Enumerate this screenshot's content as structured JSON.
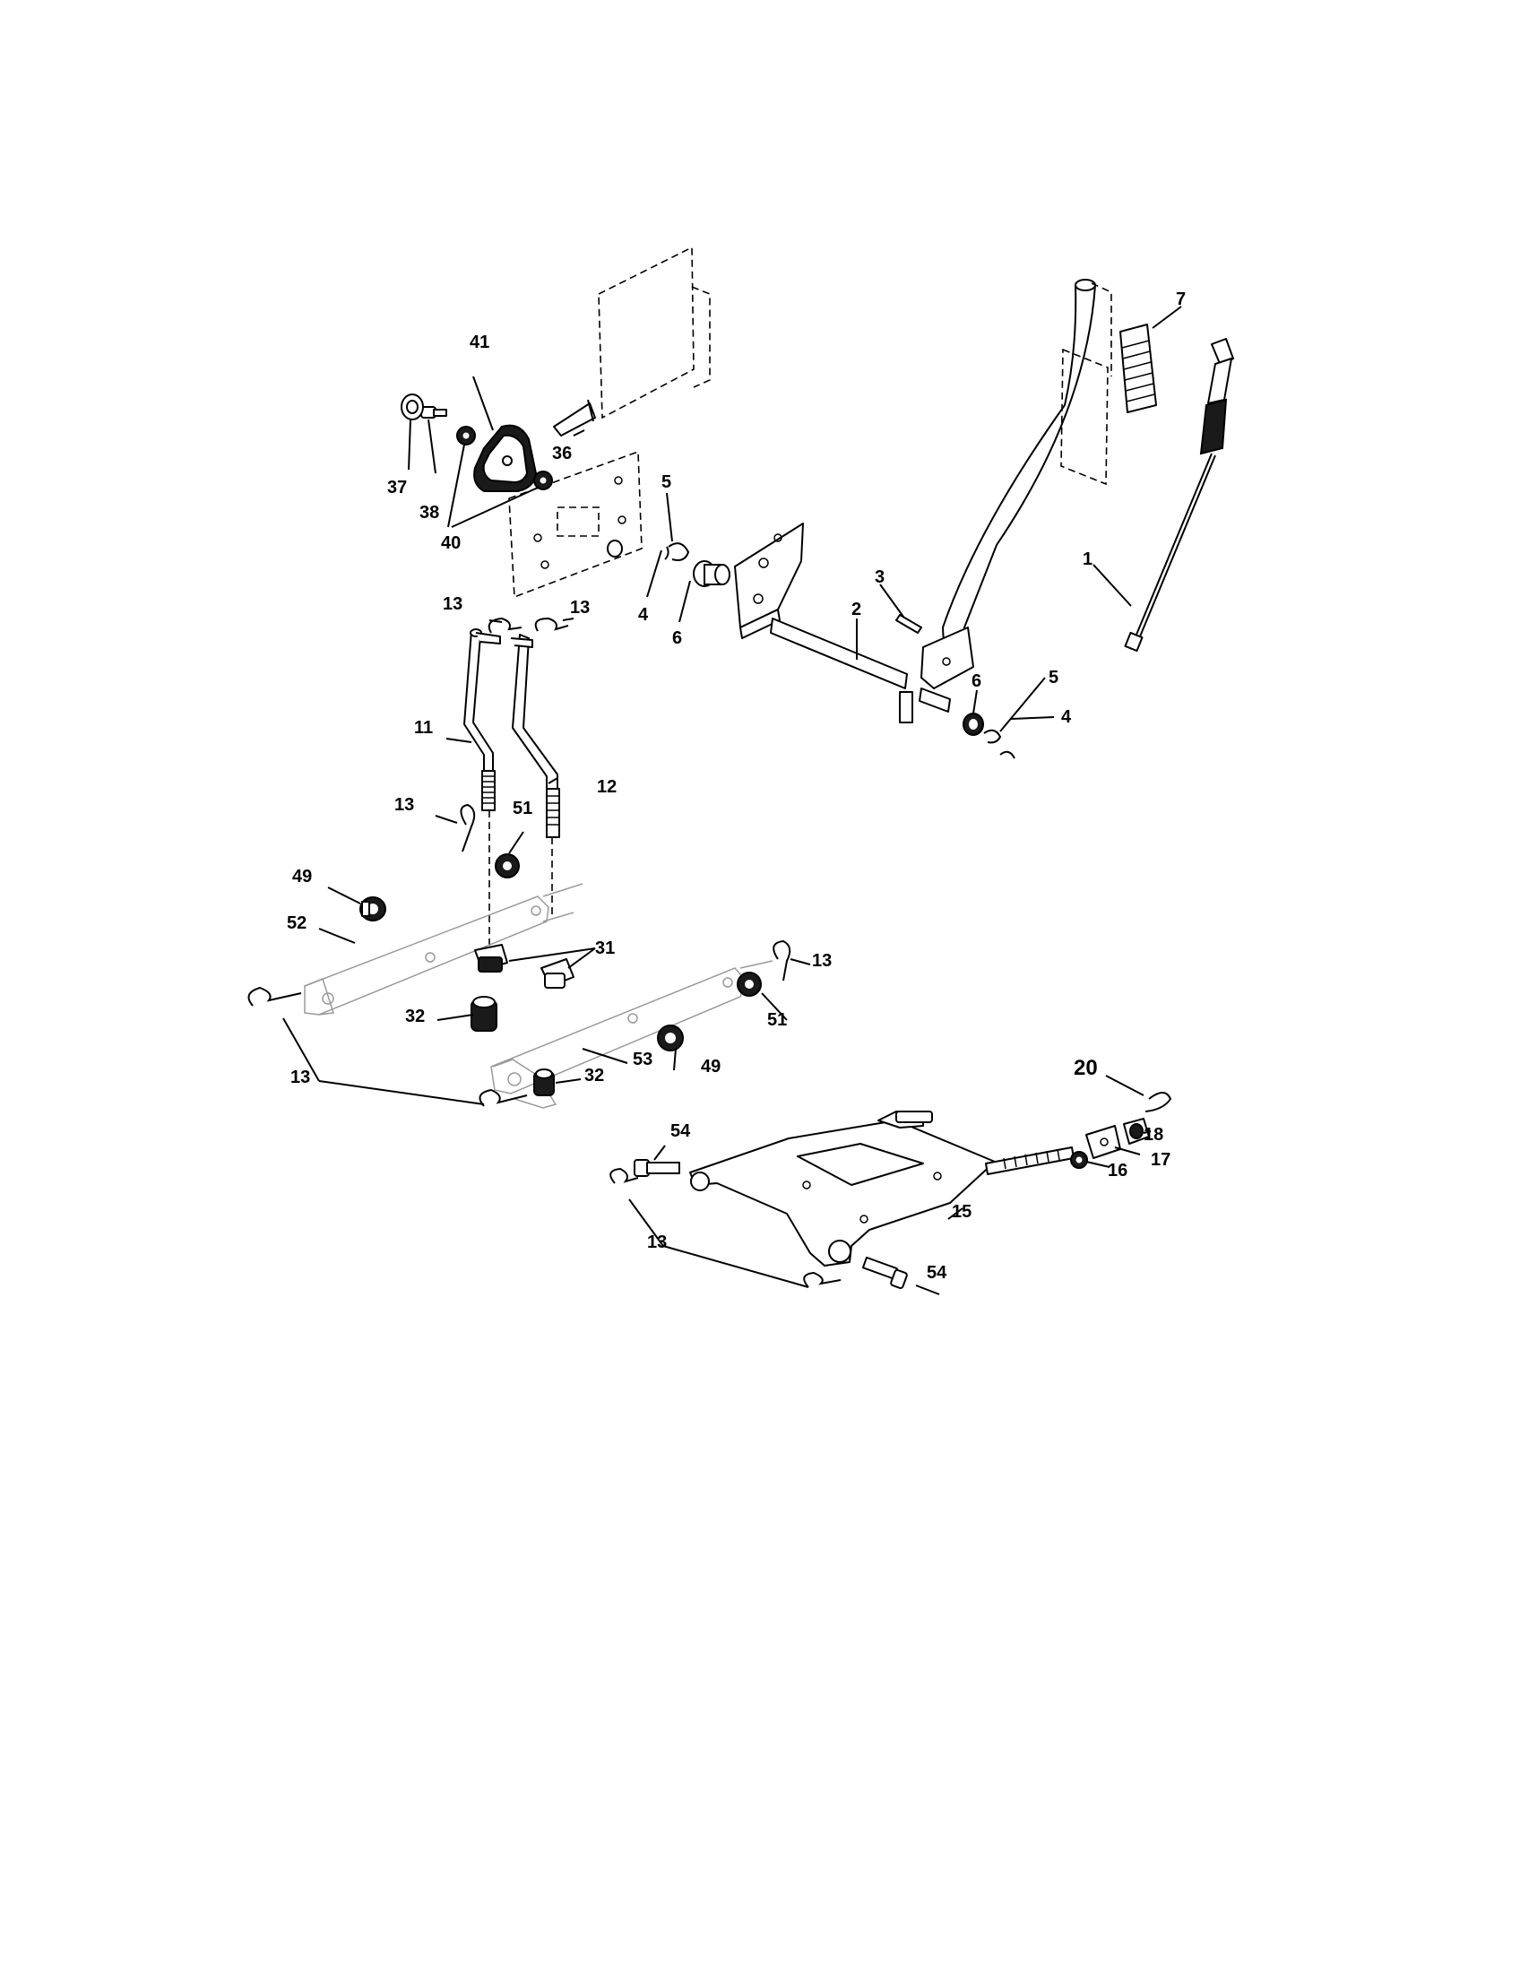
{
  "diagram": {
    "callouts": [
      {
        "id": "c1",
        "text": "1"
      },
      {
        "id": "c2",
        "text": "2"
      },
      {
        "id": "c3",
        "text": "3"
      },
      {
        "id": "c4a",
        "text": "4"
      },
      {
        "id": "c4b",
        "text": "4"
      },
      {
        "id": "c5a",
        "text": "5"
      },
      {
        "id": "c5b",
        "text": "5"
      },
      {
        "id": "c6a",
        "text": "6"
      },
      {
        "id": "c6b",
        "text": "6"
      },
      {
        "id": "c7",
        "text": "7"
      },
      {
        "id": "c11",
        "text": "11"
      },
      {
        "id": "c12",
        "text": "12"
      },
      {
        "id": "c13a",
        "text": "13"
      },
      {
        "id": "c13b",
        "text": "13"
      },
      {
        "id": "c13c",
        "text": "13"
      },
      {
        "id": "c13d",
        "text": "13"
      },
      {
        "id": "c13e",
        "text": "13"
      },
      {
        "id": "c13f",
        "text": "13"
      },
      {
        "id": "c15",
        "text": "15"
      },
      {
        "id": "c16",
        "text": "16"
      },
      {
        "id": "c17",
        "text": "17"
      },
      {
        "id": "c18",
        "text": "18"
      },
      {
        "id": "c20",
        "text": "20"
      },
      {
        "id": "c31",
        "text": "31"
      },
      {
        "id": "c32a",
        "text": "32"
      },
      {
        "id": "c32b",
        "text": "32"
      },
      {
        "id": "c36",
        "text": "36"
      },
      {
        "id": "c37",
        "text": "37"
      },
      {
        "id": "c38",
        "text": "38"
      },
      {
        "id": "c40",
        "text": "40"
      },
      {
        "id": "c41",
        "text": "41"
      },
      {
        "id": "c49a",
        "text": "49"
      },
      {
        "id": "c49b",
        "text": "49"
      },
      {
        "id": "c51a",
        "text": "51"
      },
      {
        "id": "c51b",
        "text": "51"
      },
      {
        "id": "c52",
        "text": "52"
      },
      {
        "id": "c53",
        "text": "53"
      },
      {
        "id": "c54a",
        "text": "54"
      },
      {
        "id": "c54b",
        "text": "54"
      }
    ]
  }
}
